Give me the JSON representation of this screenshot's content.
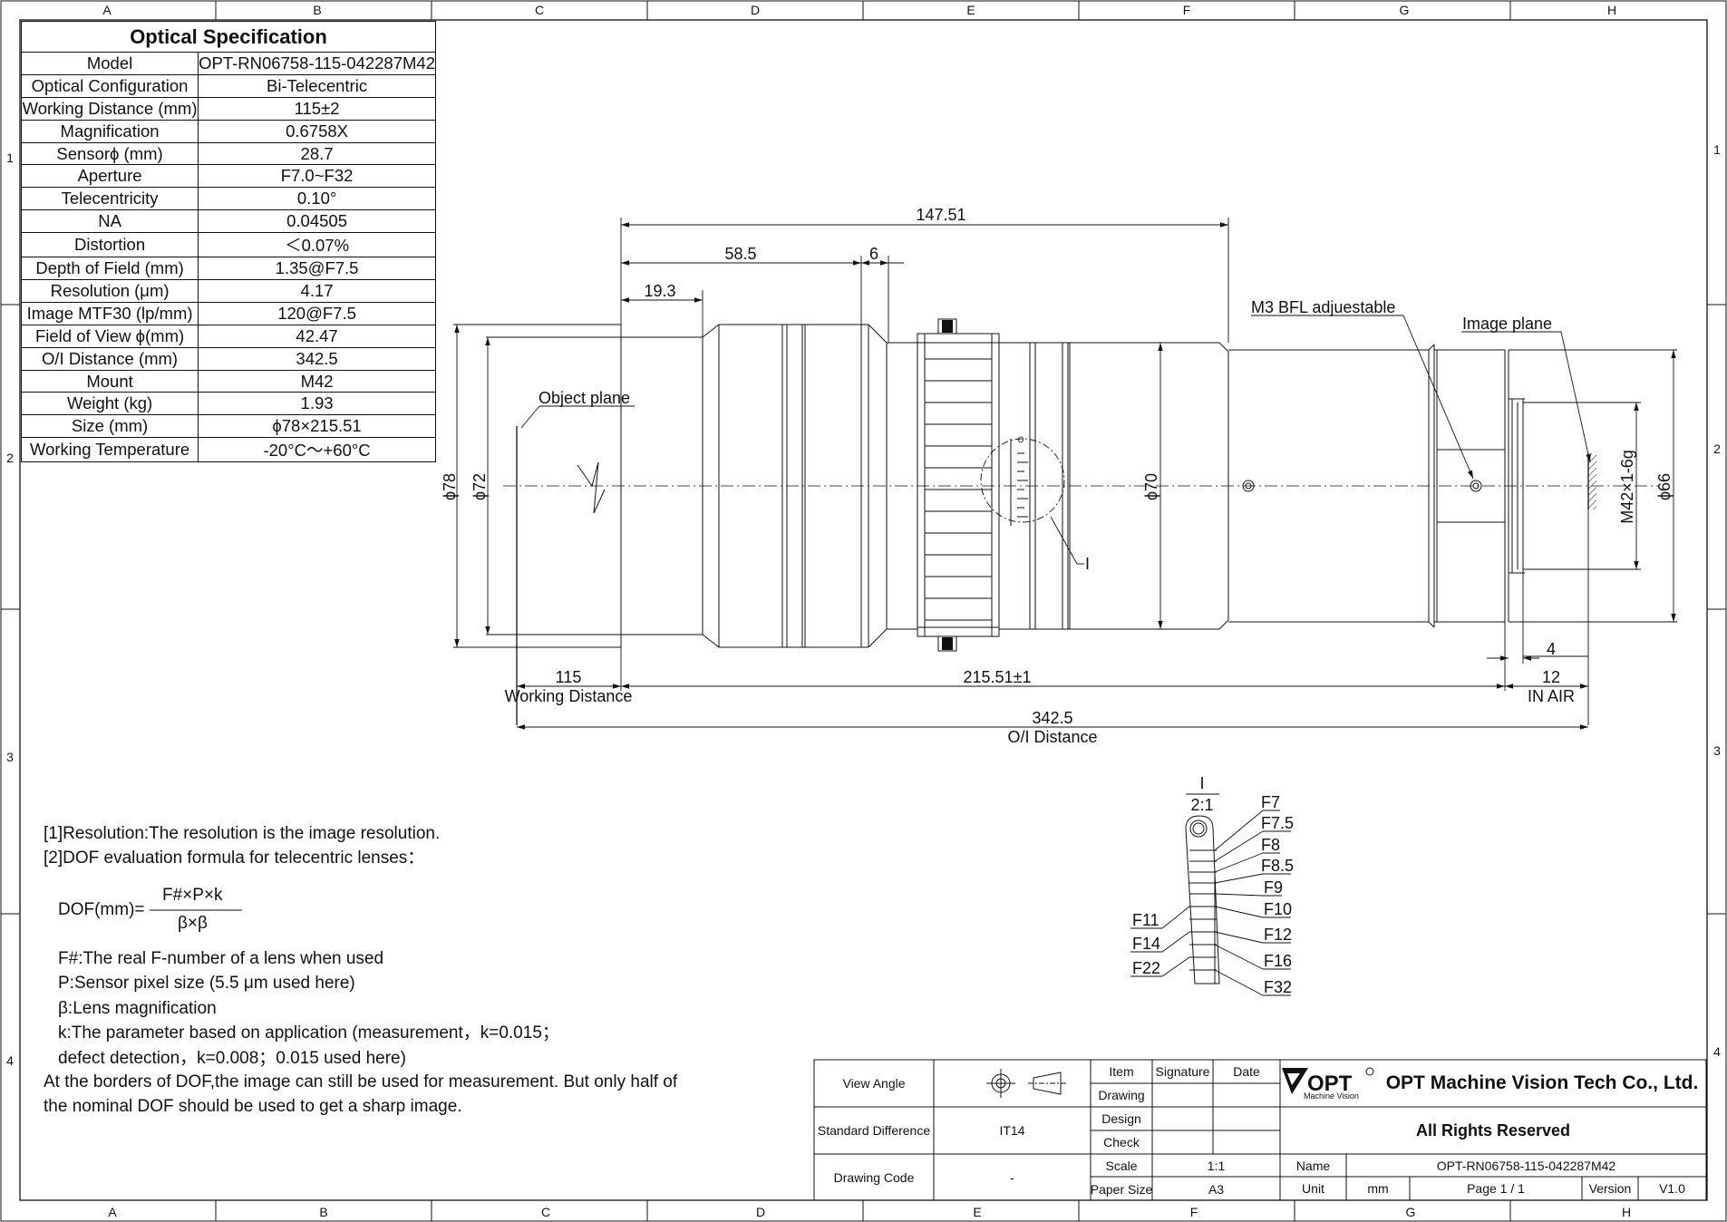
{
  "frame": {
    "columns": [
      "A",
      "B",
      "C",
      "D",
      "E",
      "F",
      "G",
      "H"
    ],
    "rows": [
      "1",
      "2",
      "3",
      "4"
    ]
  },
  "spec": {
    "title": "Optical Specification",
    "rows": [
      {
        "label": "Model",
        "value": "OPT-RN06758-115-042287M42"
      },
      {
        "label": "Optical Configuration",
        "value": "Bi-Telecentric"
      },
      {
        "label": "Working Distance (mm)",
        "value": "115±2"
      },
      {
        "label": "Magnification",
        "value": "0.6758X"
      },
      {
        "label": "Sensorϕ (mm)",
        "value": "28.7"
      },
      {
        "label": "Aperture",
        "value": "F7.0~F32"
      },
      {
        "label": "Telecentricity",
        "value": "0.10°"
      },
      {
        "label": "NA",
        "value": "0.04505"
      },
      {
        "label": "Distortion",
        "value": "＜0.07%"
      },
      {
        "label": "Depth of Field (mm)",
        "value": "1.35@F7.5"
      },
      {
        "label": "Resolution (μm)",
        "value": "4.17"
      },
      {
        "label": "Image MTF30 (lp/mm)",
        "value": "120@F7.5"
      },
      {
        "label": "Field of View ϕ(mm)",
        "value": "42.47"
      },
      {
        "label": "O/I Distance (mm)",
        "value": "342.5"
      },
      {
        "label": "Mount",
        "value": "M42"
      },
      {
        "label": "Weight (kg)",
        "value": "1.93"
      },
      {
        "label": "Size (mm)",
        "value": "ϕ78×215.51"
      },
      {
        "label": "Working Temperature",
        "value": "-20°C～+60°C"
      }
    ]
  },
  "drawing": {
    "dims": {
      "d147": "147.51",
      "d58": "58.5",
      "d6": "6",
      "d19": "19.3",
      "phi78": "ϕ78",
      "phi72": "ϕ72",
      "phi70": "ϕ70",
      "phi66": "ϕ66",
      "m42": "M42×1-6g",
      "d115": "115",
      "working_distance": "Working Distance",
      "d215": "215.51±1",
      "d4": "4",
      "d12": "12",
      "in_air": "IN AIR",
      "d342": "342.5",
      "oi_distance": "O/I Distance"
    },
    "callouts": {
      "object_plane": "Object plane",
      "m3": "M3 BFL adjuestable",
      "image_plane": "Image plane",
      "detail_mark": "I"
    },
    "detail": {
      "title": "I",
      "scale": "2:1",
      "right_labels": [
        "F7",
        "F7.5",
        "F8",
        "F8.5",
        "F9",
        "F10",
        "F12",
        "F16",
        "F32"
      ],
      "left_labels": [
        "F11",
        "F14",
        "F22"
      ]
    }
  },
  "notes": {
    "n1": "[1]Resolution:The resolution is  the image resolution.",
    "n2": "[2]DOF evaluation formula for telecentric lenses：",
    "formula_lhs": "DOF(mm)=",
    "formula_num": "F#×P×k",
    "formula_den": "β×β",
    "defs": [
      "F#:The real F-number of a lens when used",
      "P:Sensor pixel size (5.5 μm used here)",
      "β:Lens magnification",
      "k:The parameter based on application (measurement，k=0.015；",
      "defect detection，k=0.008；0.015 used here)"
    ],
    "tail": [
      "At the borders of DOF,the image can still be used for measurement. But only half of",
      "the nominal DOF should be used to get a sharp image."
    ]
  },
  "title_block": {
    "view_angle": "View Angle",
    "standard_difference": "Standard Difference",
    "standard_value": "IT14",
    "drawing_code": "Drawing Code",
    "drawing_code_value": "-",
    "item": "Item",
    "signature": "Signature",
    "date": "Date",
    "drawing": "Drawing",
    "design": "Design",
    "check": "Check",
    "scale_label": "Scale",
    "scale_value": "1:1",
    "paper_label": "Paper Size",
    "paper_value": "A3",
    "logo_text": "OPT",
    "logo_sub": "Machine Vision",
    "company": "OPT Machine Vision Tech Co., Ltd.",
    "rights": "All Rights Reserved",
    "name_label": "Name",
    "name_value": "OPT-RN06758-115-042287M42",
    "unit_label": "Unit",
    "unit_value": "mm",
    "page": "Page  1 / 1",
    "version_label": "Version",
    "version_value": "V1.0"
  }
}
